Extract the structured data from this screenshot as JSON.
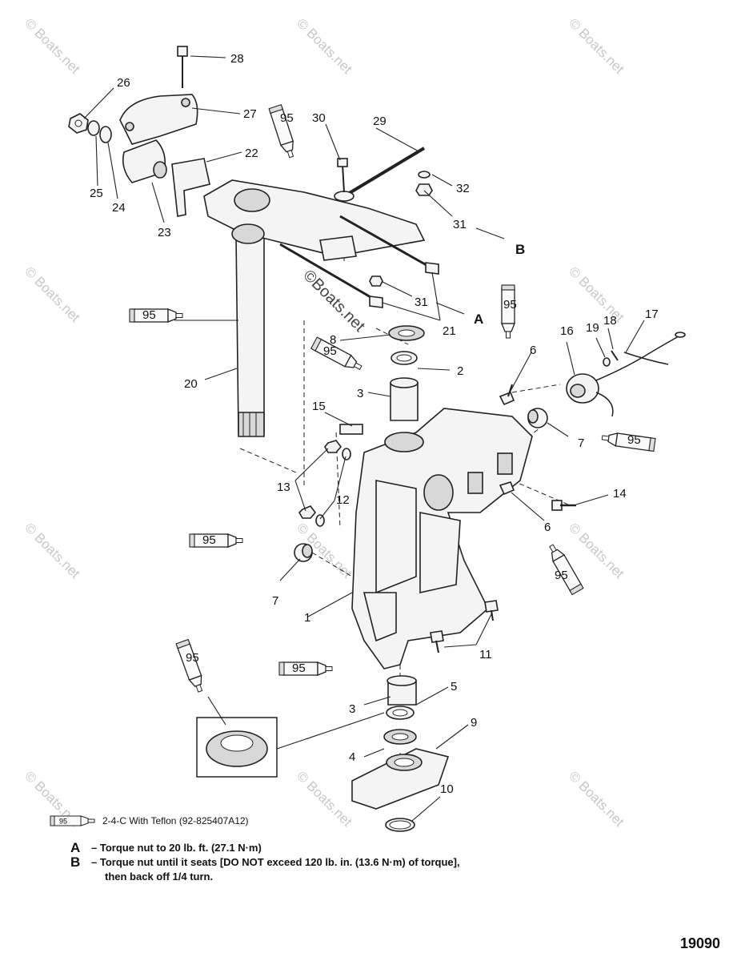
{
  "watermark": {
    "text": "© Boats.net",
    "center_text": "©Boats.net"
  },
  "callouts": {
    "c1": "1",
    "c2": "2",
    "c3a": "3",
    "c3b": "3",
    "c4": "4",
    "c5": "5",
    "c6a": "6",
    "c6b": "6",
    "c7a": "7",
    "c7b": "7",
    "c8": "8",
    "c9": "9",
    "c10": "10",
    "c11": "11",
    "c12": "12",
    "c13": "13",
    "c14": "14",
    "c15": "15",
    "c16": "16",
    "c17": "17",
    "c18": "18",
    "c19": "19",
    "c20": "20",
    "c21": "21",
    "c22": "22",
    "c23": "23",
    "c24": "24",
    "c25": "25",
    "c26": "26",
    "c27": "27",
    "c28": "28",
    "c29": "29",
    "c30": "30",
    "c31a": "31",
    "c31b": "31",
    "c32": "32",
    "cA": "A",
    "cB": "B"
  },
  "tube_label": "95",
  "legend": {
    "tube_label": "95",
    "text": "2-4-C  With Teflon (92-825407A12)"
  },
  "notes": [
    {
      "letter": "A",
      "text": "– Torque nut to 20 lb. ft. (27.1 N·m)"
    },
    {
      "letter": "B",
      "text": "– Torque nut until it seats [DO NOT exceed 120 lb. in. (13.6 N·m) of torque],"
    }
  ],
  "note_b_cont": "then back off 1/4 turn.",
  "figure_number": "19090"
}
